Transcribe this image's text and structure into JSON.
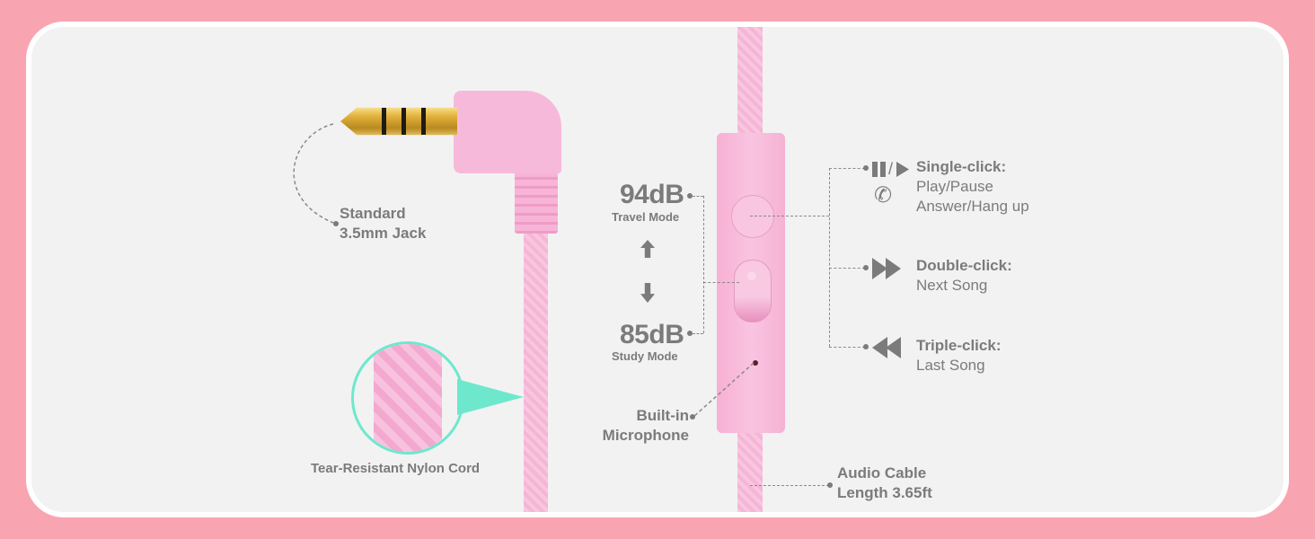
{
  "jack": {
    "label_line1": "Standard",
    "label_line2": "3.5mm Jack"
  },
  "cord": {
    "label": "Tear-Resistant Nylon Cord"
  },
  "volume": {
    "high": {
      "value": "94dB",
      "mode": "Travel Mode"
    },
    "low": {
      "value": "85dB",
      "mode": "Study Mode"
    }
  },
  "microphone": {
    "label_line1": "Built-in",
    "label_line2": "Microphone"
  },
  "controls": [
    {
      "title": "Single-click:",
      "lines": [
        "Play/Pause",
        "Answer/Hang up"
      ],
      "icon": "play-pause-icon"
    },
    {
      "title": "Double-click:",
      "lines": [
        "Next Song"
      ],
      "icon": "fast-forward-icon"
    },
    {
      "title": "Triple-click:",
      "lines": [
        "Last Song"
      ],
      "icon": "rewind-icon"
    }
  ],
  "cable_length": {
    "label_line1": "Audio Cable",
    "label_line2": "Length 3.65ft"
  },
  "colors": {
    "background": "#f9a5b1",
    "card": "#f2f2f2",
    "cable_pink": "#f7bcdb",
    "accent_teal": "#6ee8cc",
    "text_gray": "#7b7b7b"
  }
}
